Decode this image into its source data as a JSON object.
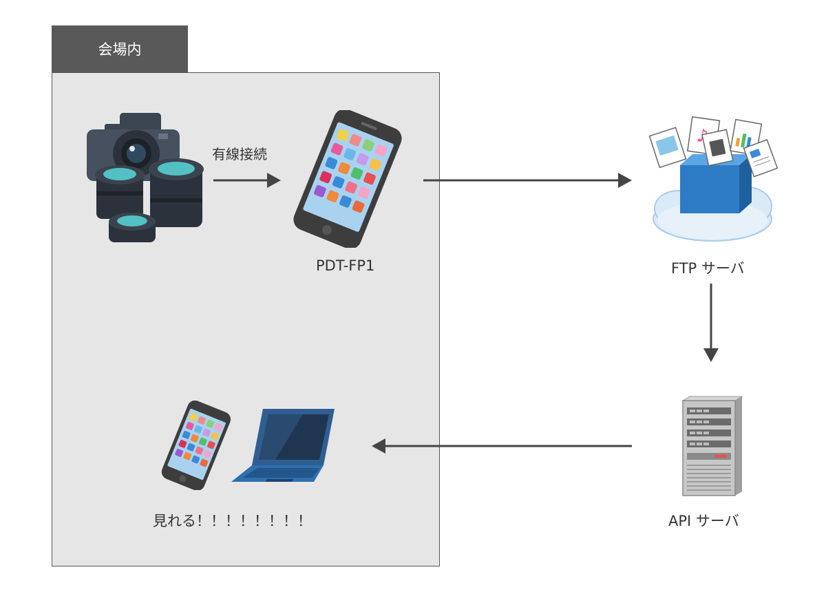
{
  "venue": {
    "label": "会場内"
  },
  "nodes": {
    "camera": {
      "icon": "camera-lenses-icon"
    },
    "device": {
      "label": "PDT-FP1",
      "icon": "smartphone-icon"
    },
    "ftp": {
      "label": "FTP サーバ",
      "icon": "cloud-storage-icon"
    },
    "api": {
      "label": "API サーバ",
      "icon": "server-tower-icon"
    },
    "viewers": {
      "label": "見れる！！！！！！！！",
      "icons": [
        "smartphone-icon",
        "laptop-icon"
      ]
    }
  },
  "edges": {
    "wired": {
      "label": "有線接続"
    }
  },
  "colors": {
    "venue_tab": "#595959",
    "venue_bg": "#e6e6e6",
    "arrow": "#444444",
    "accent_blue": "#3a8ad6"
  }
}
